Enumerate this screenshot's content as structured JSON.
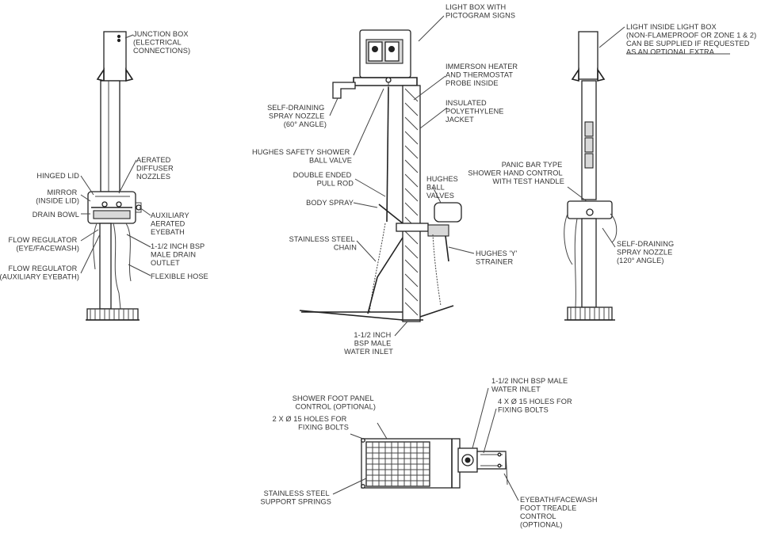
{
  "labels": {
    "junction_box": [
      "JUNCTION BOX",
      "(ELECTRICAL",
      "CONNECTIONS)"
    ],
    "aerated_diffuser": [
      "AERATED",
      "DIFFUSER",
      "NOZZLES"
    ],
    "hinged_lid": [
      "HINGED LID"
    ],
    "mirror": [
      "MIRROR",
      "(INSIDE LID)"
    ],
    "drain_bowl": [
      "DRAIN BOWL"
    ],
    "flow_reg_eye": [
      "FLOW REGULATOR",
      "(EYE/FACEWASH)"
    ],
    "flow_reg_aux": [
      "FLOW REGULATOR",
      "(AUXILIARY EYEBATH)"
    ],
    "aux_eyebath": [
      "AUXILIARY",
      "AERATED",
      "EYEBATH"
    ],
    "drain_outlet": [
      "1-1/2 INCH BSP",
      "MALE DRAIN",
      "OUTLET"
    ],
    "flexible_hose": [
      "FLEXIBLE HOSE"
    ],
    "light_box": [
      "LIGHT BOX WITH",
      "PICTOGRAM SIGNS"
    ],
    "immersion": [
      "IMMERSON HEATER",
      "AND THERMOSTAT",
      "PROBE INSIDE"
    ],
    "insulated": [
      "INSULATED",
      "POLYETHYLENE",
      "JACKET"
    ],
    "spray_nozzle_60": [
      "SELF-DRAINING",
      "SPRAY NOZZLE",
      "(60° ANGLE)"
    ],
    "ball_valve": [
      "HUGHES SAFETY SHOWER",
      "BALL VALVE"
    ],
    "pull_rod": [
      "DOUBLE ENDED",
      "PULL ROD"
    ],
    "hughes_ball": [
      "HUGHES",
      "BALL",
      "VALVES"
    ],
    "body_spray": [
      "BODY SPRAY"
    ],
    "chain": [
      "STAINLESS STEEL",
      "CHAIN"
    ],
    "y_strainer": [
      "HUGHES 'Y'",
      "STRAINER"
    ],
    "water_inlet": [
      "1-1/2 INCH",
      "BSP MALE",
      "WATER INLET"
    ],
    "light_inside": [
      "LIGHT INSIDE LIGHT BOX",
      "(NON-FLAMEPROOF OR ZONE 1 & 2)",
      "CAN BE SUPPLIED IF REQUESTED",
      "AS AN OPTIONAL EXTRA"
    ],
    "panic_bar": [
      "PANIC BAR TYPE",
      "SHOWER HAND CONTROL",
      "WITH TEST HANDLE"
    ],
    "spray_nozzle_120": [
      "SELF-DRAINING",
      "SPRAY NOZZLE",
      "(120° ANGLE)"
    ],
    "foot_panel": [
      "SHOWER FOOT PANEL",
      "CONTROL (OPTIONAL)"
    ],
    "holes_2x": [
      "2 X Ø 15 HOLES FOR",
      "FIXING BOLTS"
    ],
    "support_springs": [
      "STAINLESS STEEL",
      "SUPPORT SPRINGS"
    ],
    "inlet_plan": [
      "1-1/2 INCH BSP MALE",
      "WATER INLET"
    ],
    "holes_4x": [
      "4 X Ø 15 HOLES FOR",
      "FIXING BOLTS"
    ],
    "foot_treadle": [
      "EYEBATH/FACEWASH",
      "FOOT TREADLE",
      "CONTROL",
      "(OPTIONAL)"
    ]
  }
}
